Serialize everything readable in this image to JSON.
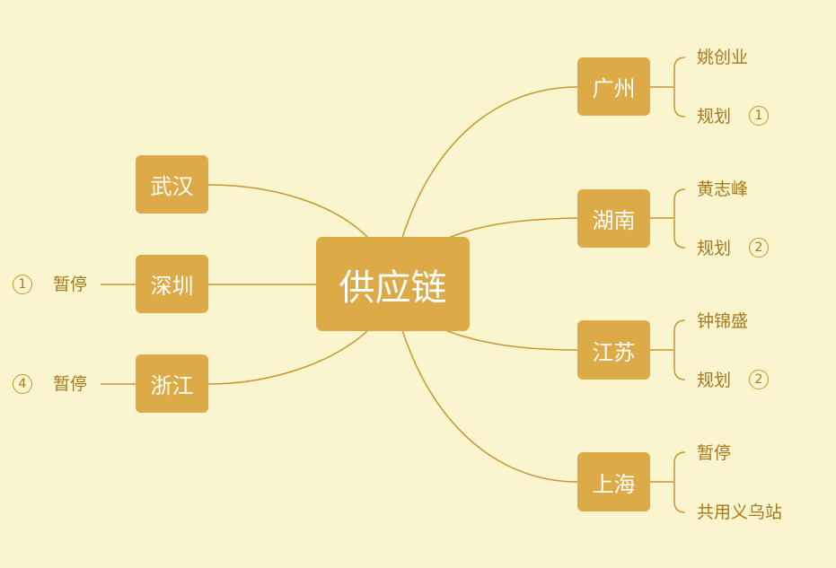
{
  "root": {
    "label": "供应链"
  },
  "right": [
    {
      "label": "广州",
      "children": [
        {
          "label": "姚创业"
        },
        {
          "label": "规划",
          "badge": "1"
        }
      ]
    },
    {
      "label": "湖南",
      "children": [
        {
          "label": "黄志峰"
        },
        {
          "label": "规划",
          "badge": "2"
        }
      ]
    },
    {
      "label": "江苏",
      "children": [
        {
          "label": "钟锦盛"
        },
        {
          "label": "规划",
          "badge": "2"
        }
      ]
    },
    {
      "label": "上海",
      "children": [
        {
          "label": "暂停"
        },
        {
          "label": "共用义乌站"
        }
      ]
    }
  ],
  "left": [
    {
      "label": "武汉"
    },
    {
      "label": "深圳",
      "leaf": {
        "label": "暂停",
        "badge": "1"
      }
    },
    {
      "label": "浙江",
      "leaf": {
        "label": "暂停",
        "badge": "4"
      }
    }
  ],
  "colors": {
    "background": "#fbf5cf",
    "node": "#dcaa46",
    "line": "#c8952e",
    "text": "#a8771a"
  }
}
